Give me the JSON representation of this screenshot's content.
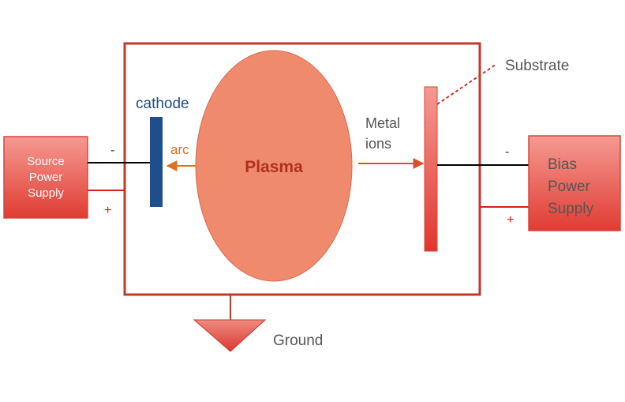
{
  "labels": {
    "cathode": "cathode",
    "arc": "arc",
    "plasma": "Plasma",
    "metal": "Metal",
    "ions": "ions",
    "substrate": "Substrate",
    "ground": "Ground",
    "source_line1": "Source",
    "source_line2": "Power",
    "source_line3": "Supply",
    "bias_line1": "Bias",
    "bias_line2": "Power",
    "bias_line3": "Supply",
    "source_minus": "-",
    "source_plus": "+",
    "bias_minus": "-",
    "bias_plus": "+"
  },
  "colors": {
    "chamber": "#c0392b",
    "cathode": "#1f4e8c",
    "cathode_label": "#1f4e8c",
    "arc": "#e07020",
    "plasma": "#ef8a6c",
    "plasma_text": "#b03020",
    "supply_box": "#e8524a",
    "substrate": "#e84a40",
    "wire_negative": "#000000",
    "wire_positive": "#d32020",
    "ion_arrow": "#d9502a",
    "text_dark": "#555555"
  }
}
